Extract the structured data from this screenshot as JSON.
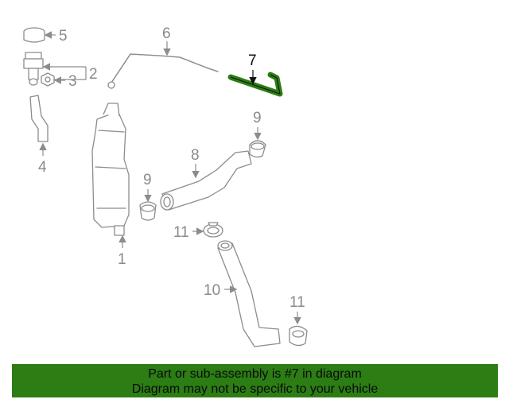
{
  "diagram": {
    "highlighted_part": "7",
    "highlight_color": "#2b7d14",
    "callouts": {
      "c1": "1",
      "c2": "2",
      "c3": "3",
      "c4": "4",
      "c5": "5",
      "c6": "6",
      "c7": "7",
      "c8": "8",
      "c9a": "9",
      "c9b": "9",
      "c10": "10",
      "c11a": "11",
      "c11b": "11"
    }
  },
  "banner": {
    "line1": "Part or sub-assembly is #7 in diagram",
    "line2": "Diagram may not be specific to your vehicle",
    "background": "#2b7d14"
  }
}
